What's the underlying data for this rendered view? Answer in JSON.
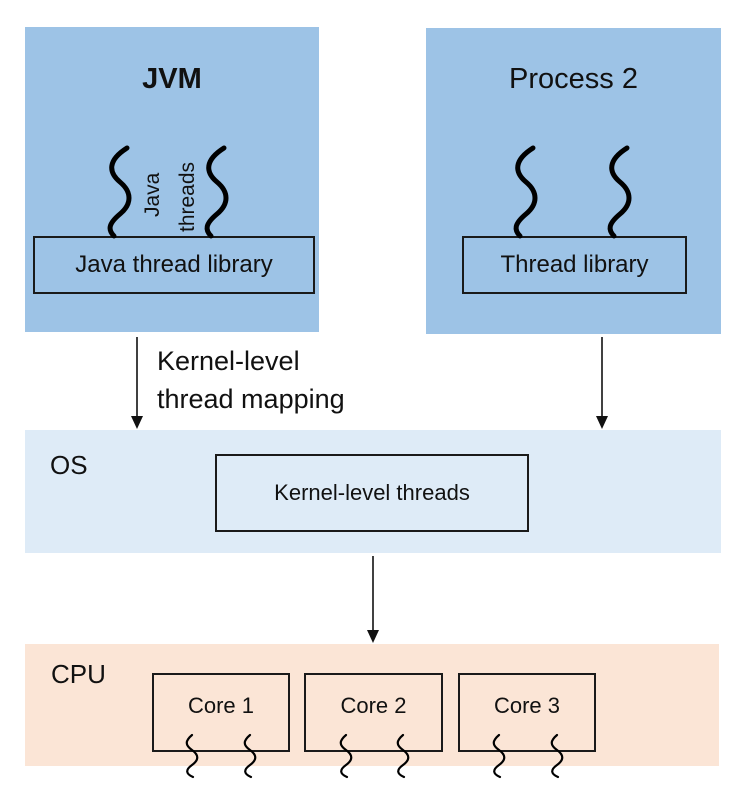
{
  "colors": {
    "process_fill": "#9DC3E6",
    "os_fill": "#DEEBF7",
    "cpu_fill": "#FBE5D6",
    "stroke": "#1a1a1a"
  },
  "jvm": {
    "title": "JVM",
    "threads_label_line1": "Java",
    "threads_label_line2": "threads",
    "library_label": "Java thread library"
  },
  "process2": {
    "title": "Process 2",
    "library_label": "Thread library"
  },
  "mapping_label": {
    "line1": "Kernel-level",
    "line2": "thread mapping"
  },
  "os": {
    "label": "OS",
    "kernel_threads_label": "Kernel-level threads"
  },
  "cpu": {
    "label": "CPU",
    "cores": [
      {
        "label": "Core 1"
      },
      {
        "label": "Core 2"
      },
      {
        "label": "Core 3"
      }
    ]
  }
}
